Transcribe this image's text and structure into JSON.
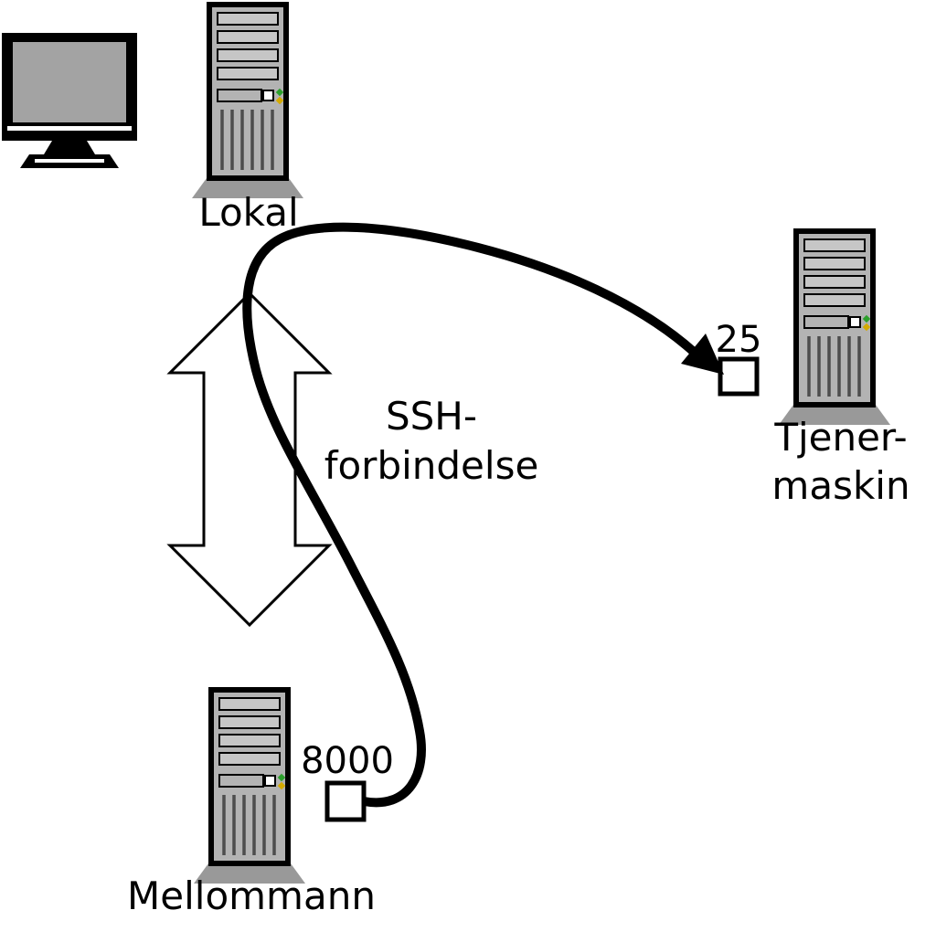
{
  "colors": {
    "tower_body": "#b3b3b3",
    "tower_slat": "#c6c6c6",
    "base_gray": "#999999",
    "screen_gray": "#a3a3a3",
    "vent_line": "#4d4d4d",
    "led_green": "#2ca02c",
    "led_yellow": "#d4aa00"
  },
  "diagram": {
    "local": {
      "label": "Lokal"
    },
    "server": {
      "label_line1": "Tjener-",
      "label_line2": "maskin",
      "port_label": "25"
    },
    "middleman": {
      "label": "Mellommann",
      "port_label": "8000"
    },
    "ssh": {
      "label_line1": "SSH-",
      "label_line2": "forbindelse"
    }
  }
}
